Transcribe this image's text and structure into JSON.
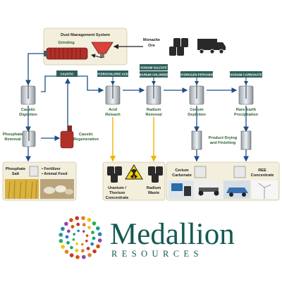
{
  "diagram": {
    "dust_system": "Dust Management System",
    "grinding": "Grinding",
    "monazite_ore": [
      "Monazite",
      "Ore"
    ],
    "reagents": {
      "caustic": "CAUSTIC",
      "hydrochloric_acid": "HYDROCHLORIC ACID",
      "sodium_sulfate": "SODIUM SULFATE",
      "barium_chloride": "BARIUM CHLORIDE",
      "hydrogen_peroxide": "HYDROGEN PEROXIDE",
      "sodium_carbonate": "SODIUM CARBONATE"
    },
    "steps": {
      "caustic_digestion": [
        "Caustic",
        "Digestion"
      ],
      "acid_releach": [
        "Acid",
        "Releach"
      ],
      "radium_removal": [
        "Radium",
        "Removal"
      ],
      "cerium_depletion": [
        "Cerium",
        "Depletion"
      ],
      "ree_precipitation": [
        "Rare Earth",
        "Precipitation"
      ],
      "phosphate_removal": [
        "Phosphate",
        "Removal"
      ],
      "caustic_regeneration": [
        "Caustic",
        "Regeneration"
      ],
      "drying": [
        "Product Drying",
        "and Finishing"
      ]
    },
    "products": {
      "phosphate_salt": [
        "Phosphate",
        "Salt"
      ],
      "phosphate_uses": [
        "• Fertilizer",
        "• Animal Feed"
      ],
      "uranium": [
        "Uranium /",
        "Thorium",
        "Concentrate"
      ],
      "radium_waste": [
        "Radium",
        "Waste"
      ],
      "cerium_carbonate": [
        "Cerium",
        "Carbonate"
      ],
      "ree_concentrate": [
        "REE",
        "Concentrate"
      ]
    }
  },
  "logo": {
    "name": "Medallion",
    "tagline": "RESOURCES",
    "dot_colors": [
      "#c0392b",
      "#e67e22",
      "#f1c40f",
      "#27ae60",
      "#16a085",
      "#2980b9",
      "#8e44ad",
      "#d35400"
    ]
  },
  "colors": {
    "reagent_tag": "#2f5f5a",
    "flow_blue": "#1b4f8a",
    "flow_yellow": "#f0b400",
    "panel_fill": "#f3efdc",
    "label_green": "#2f5f2f",
    "logo_teal": "#155a52"
  }
}
